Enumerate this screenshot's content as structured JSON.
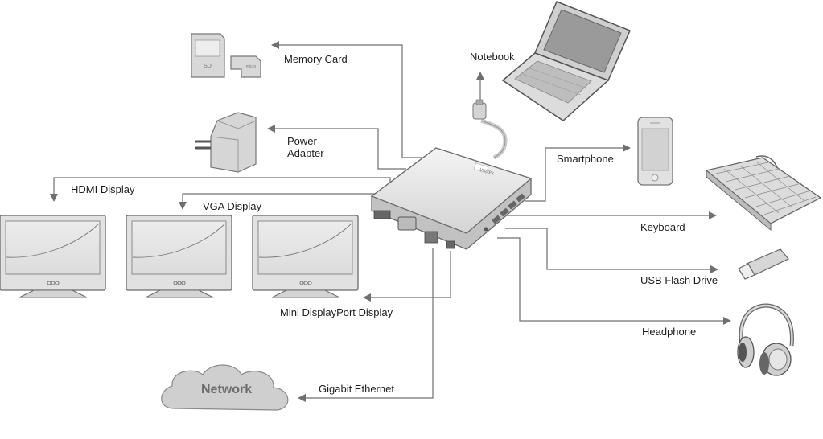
{
  "labels": {
    "memory_card": "Memory Card",
    "notebook": "Notebook",
    "power_adapter": "Power Adapter",
    "smartphone": "Smartphone",
    "hdmi_display": "HDMI Display",
    "vga_display": "VGA Display",
    "keyboard": "Keyboard",
    "usb_flash_drive": "USB Flash Drive",
    "mini_displayport_display": "Mini DisplayPort Display",
    "headphone": "Headphone",
    "gigabit_ethernet": "Gigabit Ethernet",
    "network": "Network"
  },
  "device_logos": {
    "hub": "UNITEK"
  },
  "colors": {
    "line": "#6f6f6f",
    "device_fill": "#d9d9d9",
    "device_stroke": "#7a7a7a",
    "text": "#1e1e1e"
  }
}
